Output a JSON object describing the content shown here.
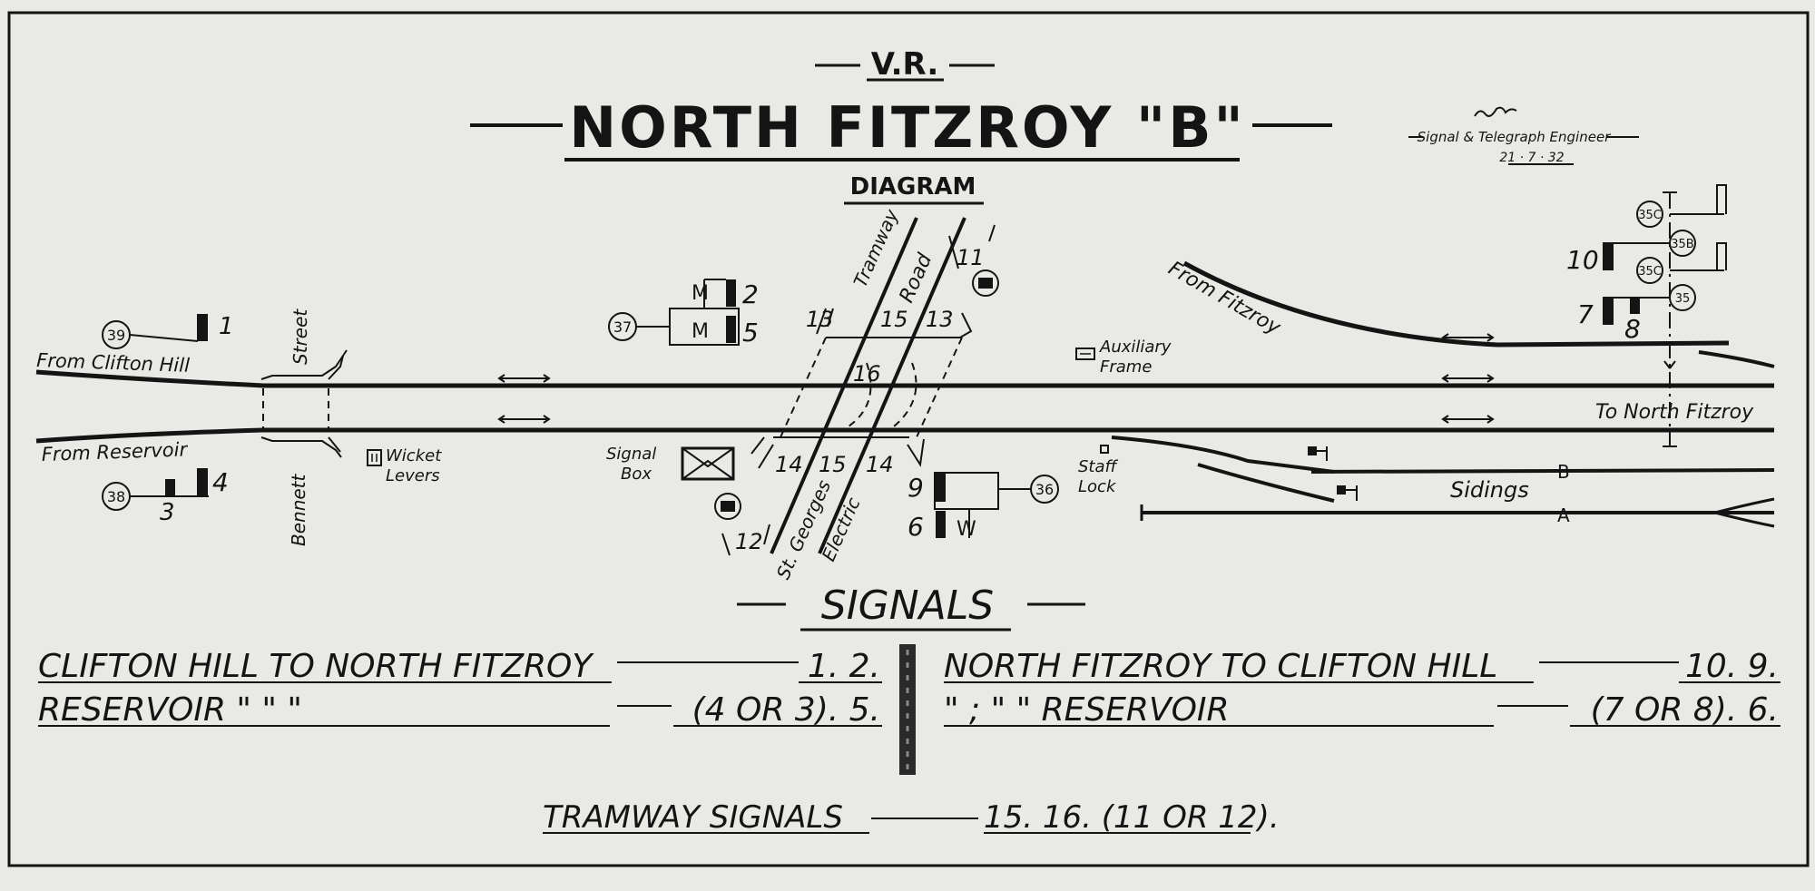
{
  "header": {
    "vr": "V.R.",
    "title": "NORTH FITZROY \"B\"",
    "subtitle": "DIAGRAM",
    "signature": "Signal & Telegraph Engineer",
    "date": "21 · 7 · 32"
  },
  "streets": {
    "street": "Street",
    "bennett": "Bennett",
    "tramway": "Tramway",
    "road": "Road",
    "st_georges": "St. Georges",
    "electric": "Electric"
  },
  "track_labels": {
    "from_clifton_hill": "From Clifton Hill",
    "from_reservoir": "From Reservoir",
    "from_fitzroy": "From Fitzroy",
    "to_north_fitzroy": "To North Fitzroy",
    "sidings": "Sidings",
    "siding_b": "B",
    "siding_a": "A"
  },
  "equipment": {
    "wicket_levers": [
      "Wicket",
      "Levers"
    ],
    "signal_box": [
      "Signal",
      "Box"
    ],
    "auxiliary_frame": [
      "Auxiliary",
      "Frame"
    ],
    "staff_lock": [
      "Staff",
      "Lock"
    ]
  },
  "signals_on_diagram": {
    "s1": "1",
    "s2": "2",
    "s3": "3",
    "s4": "4",
    "s5": "5",
    "s6": "6",
    "s7": "7",
    "s8": "8",
    "s9": "9",
    "s10": "10",
    "s11": "11",
    "s12": "12",
    "s13a": "13",
    "s13b": "13",
    "s14a": "14",
    "s14b": "14",
    "s15a": "15",
    "s15b": "15",
    "s16": "16",
    "m1": "M",
    "m2": "M",
    "w": "W",
    "post37": "37",
    "post38": "38",
    "post39": "39",
    "post36": "36",
    "post35": "35",
    "post35b": "35B",
    "post35c1": "35C",
    "post35c2": "35C"
  },
  "signals_table": {
    "heading": "SIGNALS",
    "rows_left": [
      {
        "route": "CLIFTON HILL TO NORTH FITZROY",
        "signals": "1. 2."
      },
      {
        "route": "RESERVOIR     \"          \"          \"",
        "signals": "(4 OR 3). 5."
      }
    ],
    "rows_right": [
      {
        "route": "NORTH FITZROY TO CLIFTON HILL",
        "signals": "10. 9."
      },
      {
        "route": "\"     ;     \"     \"   RESERVOIR",
        "signals": "(7 OR 8). 6."
      }
    ],
    "tramway_label": "TRAMWAY SIGNALS",
    "tramway_signals": "15. 16. (11 OR 12)."
  }
}
